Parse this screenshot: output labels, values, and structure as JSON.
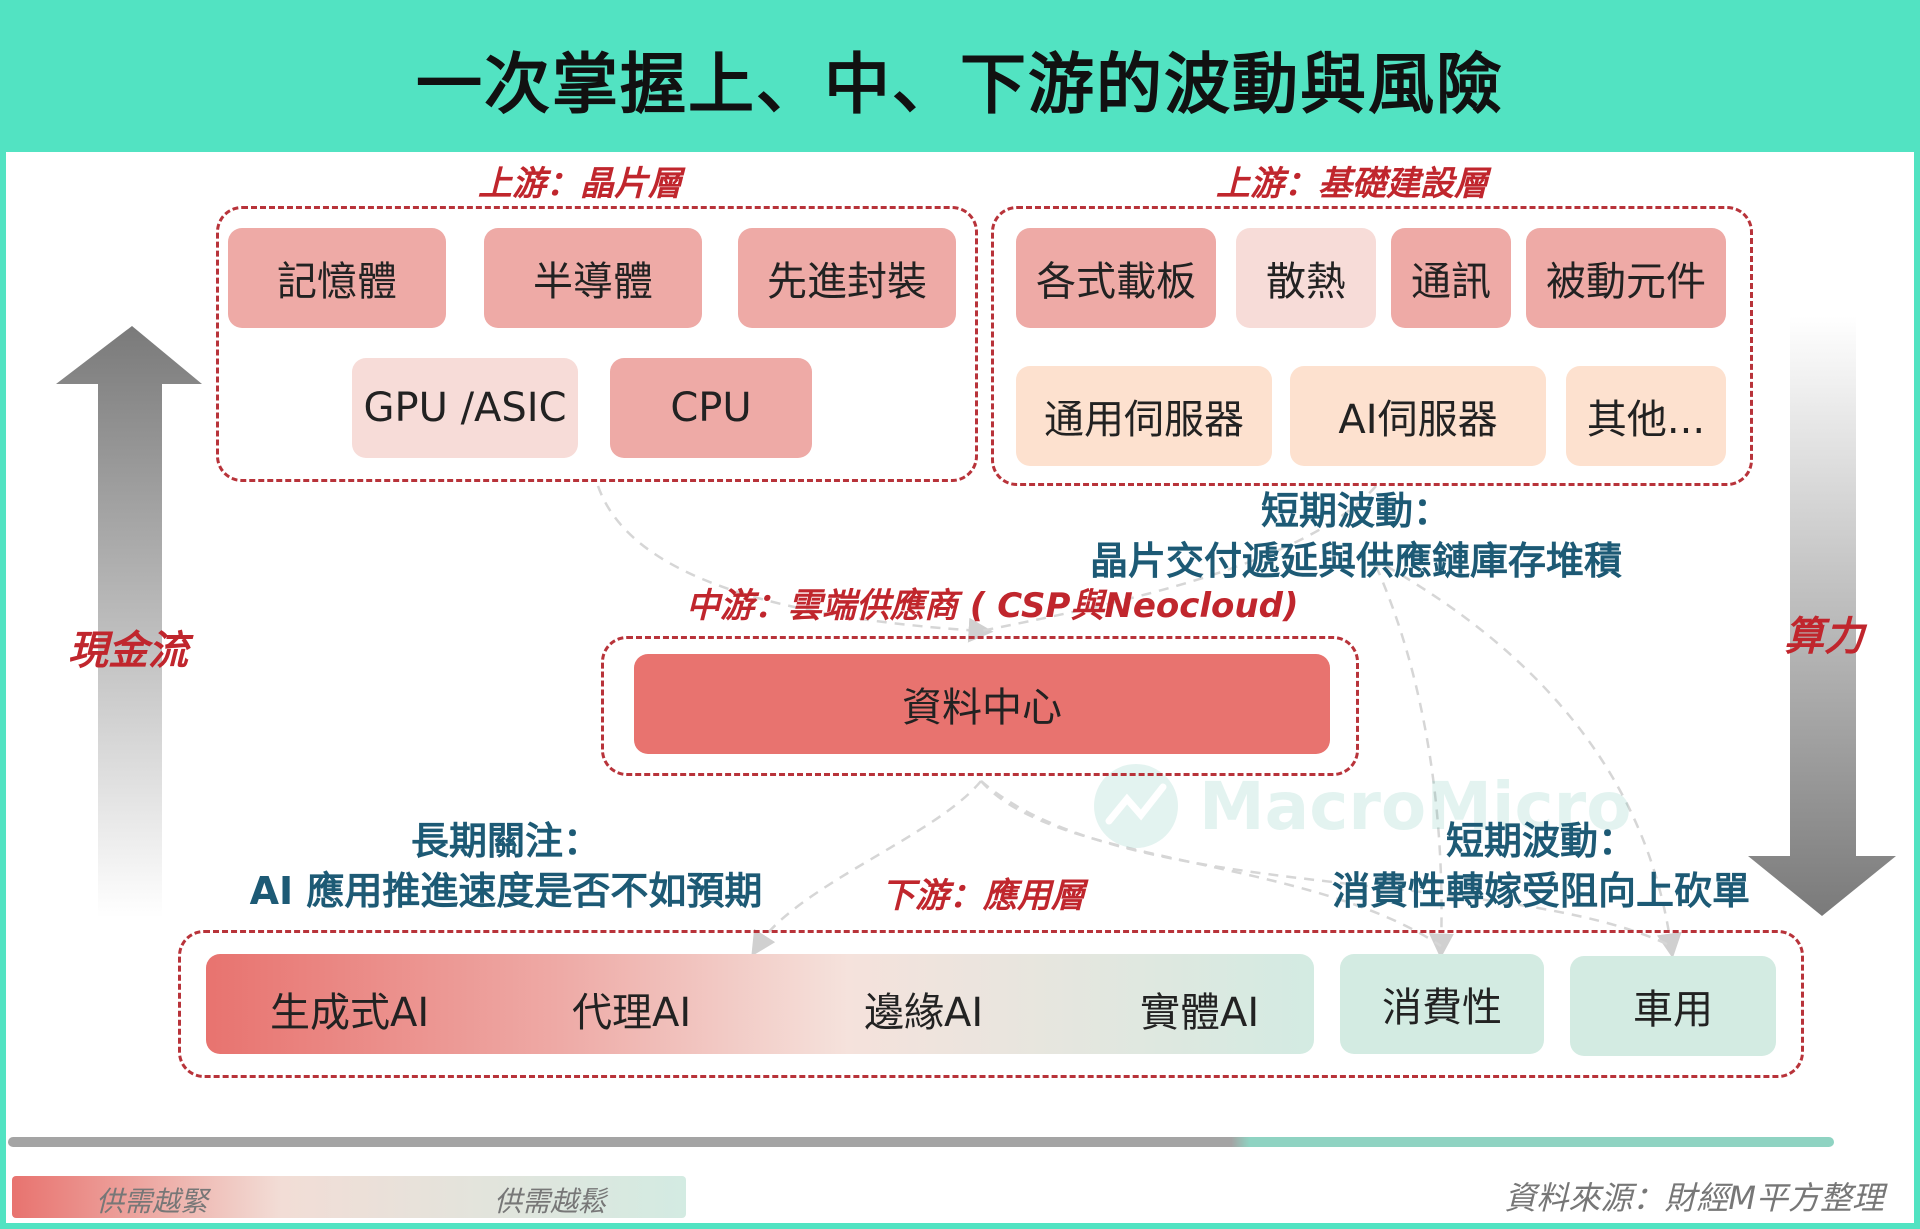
{
  "title": "一次掌握上、中、下游的波動與風險",
  "upstream_chip": {
    "label": "上游：晶片層",
    "items": [
      "記憶體",
      "半導體",
      "先進封裝",
      "GPU /ASIC",
      "CPU"
    ]
  },
  "upstream_infra": {
    "label": "上游：基礎建設層",
    "items": [
      "各式載板",
      "散熱",
      "通訊",
      "被動元件",
      "通用伺服器",
      "AI伺服器",
      "其他..."
    ]
  },
  "midstream": {
    "label": "中游：雲端供應商 ( CSP與Neocloud)",
    "item": "資料中心"
  },
  "downstream": {
    "label": "下游：應用層",
    "gradient_items": [
      "生成式AI",
      "代理AI",
      "邊緣AI",
      "實體AI"
    ],
    "items": [
      "消費性",
      "車用"
    ]
  },
  "notes": {
    "short_term_upstream": [
      "短期波動：",
      "晶片交付遞延與供應鏈庫存堆積"
    ],
    "long_term": [
      "長期關注：",
      "AI 應用推進速度是否不如預期"
    ],
    "short_term_downstream": [
      "短期波動：",
      "消費性轉嫁受阻向上砍單"
    ]
  },
  "side": {
    "left_label": "現金流",
    "right_label": "算力"
  },
  "legend": {
    "tight": "供需越緊",
    "loose": "供需越鬆"
  },
  "source": "資料來源：財經M平方整理",
  "watermark": "MacroMicro",
  "colors": {
    "header": "#52e3c2",
    "dark_red": "#c0262d",
    "box_medium": "#eeaaa6",
    "box_light": "#f7dcd8",
    "box_peach": "#fde1cf",
    "box_strong": "#e8736f",
    "box_green": "#d3ebe2",
    "note_blue": "#1d5a75"
  }
}
